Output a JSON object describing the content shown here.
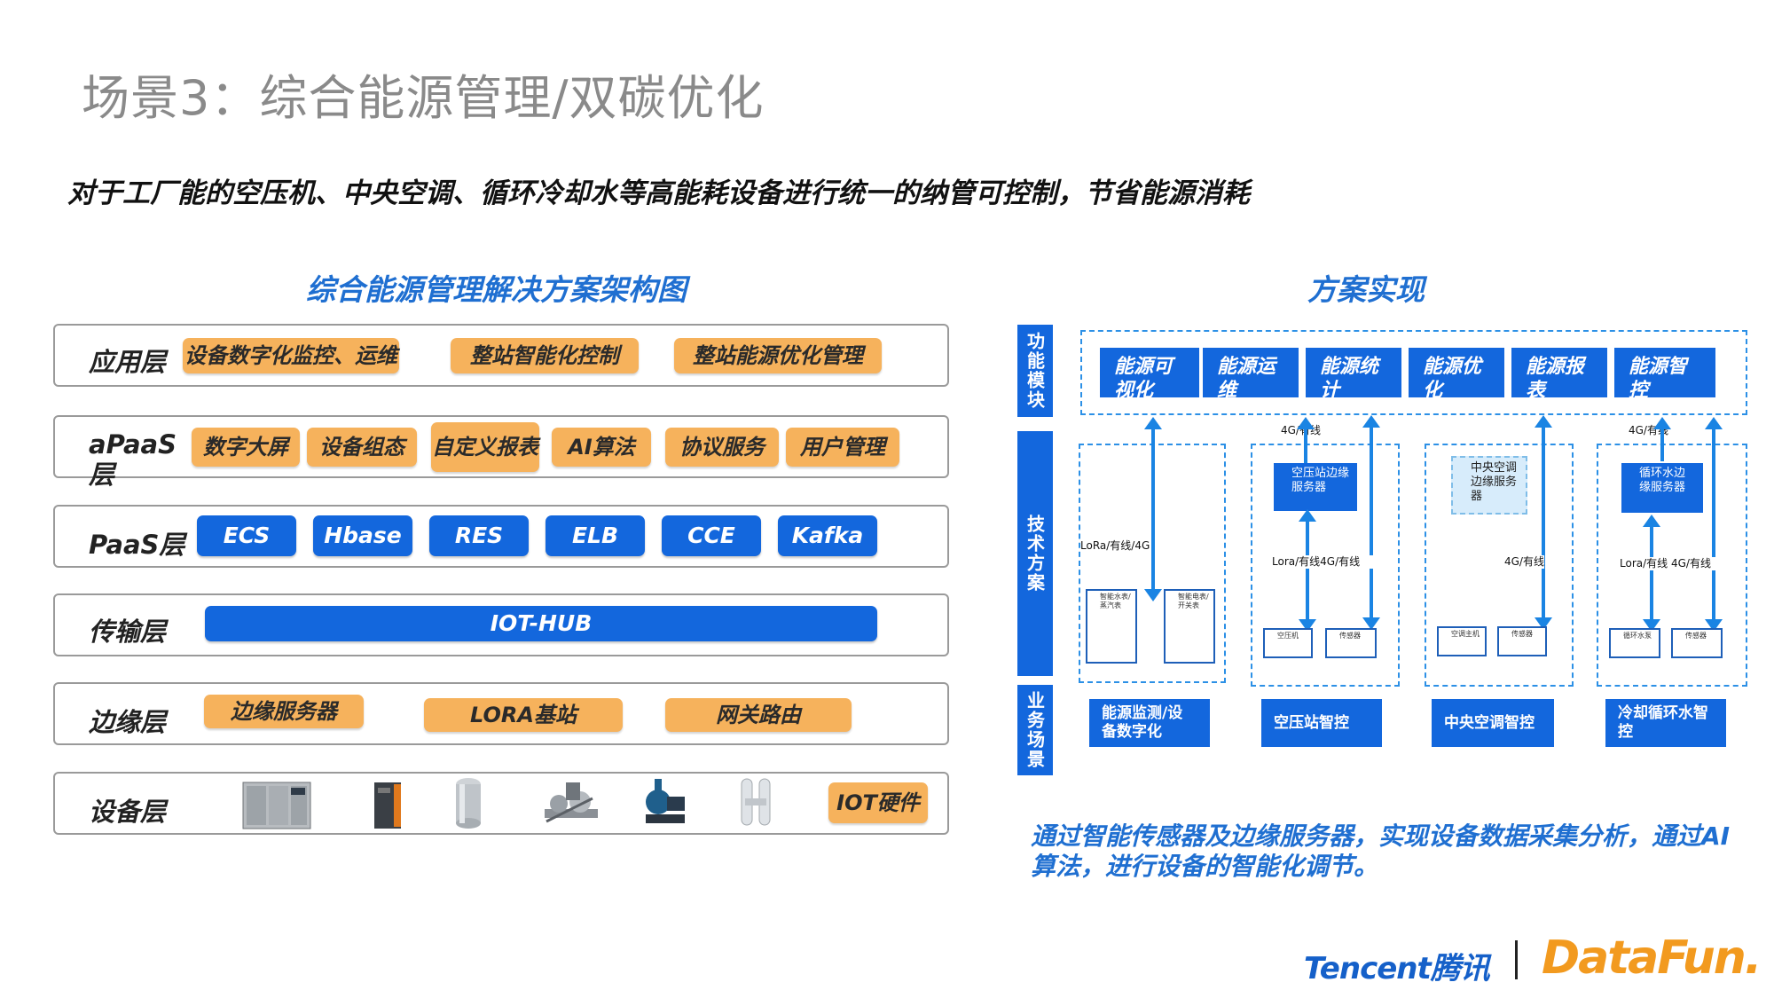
{
  "title": "场景3：综合能源管理/双碳优化",
  "subtitle": "对于工厂能的空压机、中央空调、循环冷却水等高能耗设备进行统一的纳管可控制，节省能源消耗",
  "left": {
    "heading": "综合能源管理解决方案架构图",
    "layers": [
      {
        "label": "应用层",
        "items": [
          "设备数字化监控、运维",
          "整站智能化控制",
          "整站能源优化管理"
        ]
      },
      {
        "label": "aPaaS层",
        "items": [
          "数字大屏",
          "设备组态",
          "自定义报表",
          "AI算法",
          "协议服务",
          "用户管理"
        ]
      },
      {
        "label": "PaaS层",
        "items": [
          "ECS",
          "Hbase",
          "RES",
          "ELB",
          "CCE",
          "Kafka"
        ]
      },
      {
        "label": "传输层",
        "items": [
          "IOT-HUB"
        ]
      },
      {
        "label": "边缘层",
        "items": [
          "边缘服务器",
          "LORA基站",
          "网关路由"
        ]
      },
      {
        "label": "设备层",
        "items": [
          "IOT硬件"
        ]
      }
    ],
    "devices": [
      "air-compressor-unit",
      "cabinet-unit",
      "tank-unit",
      "pump-skid-unit",
      "water-pump-unit",
      "dryer-unit"
    ]
  },
  "right": {
    "heading": "方案实现",
    "side_labels": [
      "功能模块",
      "技术方案",
      "业务场景"
    ],
    "modules": [
      "能源可视化",
      "能源运维",
      "能源统计",
      "能源优化",
      "能源报表",
      "能源智控"
    ],
    "tech": {
      "col1_link": "LoRa/有线/4G",
      "col1_sensor_a": "智能水表/蒸汽表",
      "col1_sensor_b": "智能电表/开关表",
      "col2_top_link": "4G/有线",
      "col2_edge": "空压站边缘服务器",
      "col2_mid_link": "Lora/有线4G/有线",
      "col2_sensor_a": "空压机",
      "col2_sensor_b": "传感器",
      "col3_edge": "中央空调边缘服务器",
      "col3_mid_link": "4G/有线",
      "col3_sensor_a": "空调主机",
      "col3_sensor_b": "传感器",
      "col4_top_link": "4G/有线",
      "col4_edge": "循环水边缘服务器",
      "col4_mid_link": "Lora/有线 4G/有线",
      "col4_sensor_a": "循环水泵",
      "col4_sensor_b": "传感器"
    },
    "business": [
      "能源监测/设备数字化",
      "空压站智控",
      "中央空调智控",
      "冷却循环水智控"
    ],
    "note": "通过智能传感器及边缘服务器，实现设备数据采集分析，通过AI算法，进行设备的智能化调节。"
  },
  "logos": {
    "tencent": "Tencent腾讯",
    "datafun": "DataFun."
  },
  "colors": {
    "accent_blue": "#1367dd",
    "heading_blue": "#1f6fd1",
    "orange": "#f6b25c",
    "dash_blue": "#2c90e6"
  }
}
